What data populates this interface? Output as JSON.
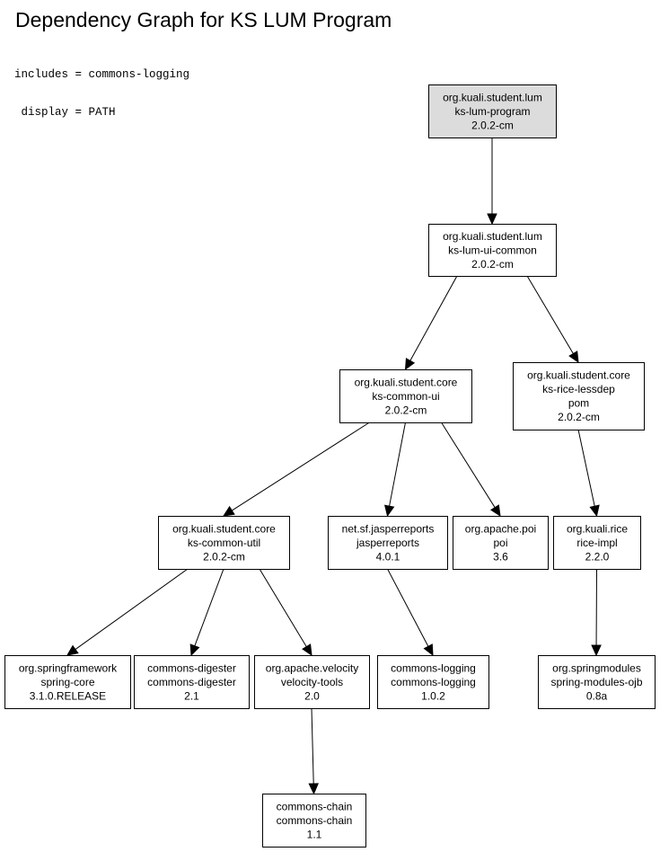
{
  "title": "Dependency Graph for KS LUM Program",
  "params": {
    "includes_line": "includes = commons-logging",
    "display_line": " display = PATH"
  },
  "nodes": [
    {
      "id": "ks-lum-program",
      "root": true,
      "lines": [
        "org.kuali.student.lum",
        "ks-lum-program",
        "2.0.2-cm"
      ]
    },
    {
      "id": "ks-lum-ui-common",
      "root": false,
      "lines": [
        "org.kuali.student.lum",
        "ks-lum-ui-common",
        "2.0.2-cm"
      ]
    },
    {
      "id": "ks-common-ui",
      "root": false,
      "lines": [
        "org.kuali.student.core",
        "ks-common-ui",
        "2.0.2-cm"
      ]
    },
    {
      "id": "ks-rice-lessdep",
      "root": false,
      "lines": [
        "org.kuali.student.core",
        "ks-rice-lessdep",
        "pom",
        "2.0.2-cm"
      ]
    },
    {
      "id": "ks-common-util",
      "root": false,
      "lines": [
        "org.kuali.student.core",
        "ks-common-util",
        "2.0.2-cm"
      ]
    },
    {
      "id": "jasperreports",
      "root": false,
      "lines": [
        "net.sf.jasperreports",
        "jasperreports",
        "4.0.1"
      ]
    },
    {
      "id": "poi",
      "root": false,
      "lines": [
        "org.apache.poi",
        "poi",
        "3.6"
      ]
    },
    {
      "id": "rice-impl",
      "root": false,
      "lines": [
        "org.kuali.rice",
        "rice-impl",
        "2.2.0"
      ]
    },
    {
      "id": "spring-core",
      "root": false,
      "lines": [
        "org.springframework",
        "spring-core",
        "3.1.0.RELEASE"
      ]
    },
    {
      "id": "commons-digester",
      "root": false,
      "lines": [
        "commons-digester",
        "commons-digester",
        "2.1"
      ]
    },
    {
      "id": "velocity-tools",
      "root": false,
      "lines": [
        "org.apache.velocity",
        "velocity-tools",
        "2.0"
      ]
    },
    {
      "id": "commons-logging",
      "root": false,
      "lines": [
        "commons-logging",
        "commons-logging",
        "1.0.2"
      ]
    },
    {
      "id": "spring-modules-ojb",
      "root": false,
      "lines": [
        "org.springmodules",
        "spring-modules-ojb",
        "0.8a"
      ]
    },
    {
      "id": "commons-chain",
      "root": false,
      "lines": [
        "commons-chain",
        "commons-chain",
        "1.1"
      ]
    }
  ],
  "edges": [
    {
      "from": "ks-lum-program",
      "to": "ks-lum-ui-common"
    },
    {
      "from": "ks-lum-ui-common",
      "to": "ks-common-ui"
    },
    {
      "from": "ks-lum-ui-common",
      "to": "ks-rice-lessdep"
    },
    {
      "from": "ks-common-ui",
      "to": "ks-common-util"
    },
    {
      "from": "ks-common-ui",
      "to": "jasperreports"
    },
    {
      "from": "ks-common-ui",
      "to": "poi"
    },
    {
      "from": "ks-rice-lessdep",
      "to": "rice-impl"
    },
    {
      "from": "ks-common-util",
      "to": "spring-core"
    },
    {
      "from": "ks-common-util",
      "to": "commons-digester"
    },
    {
      "from": "ks-common-util",
      "to": "velocity-tools"
    },
    {
      "from": "jasperreports",
      "to": "commons-logging"
    },
    {
      "from": "rice-impl",
      "to": "spring-modules-ojb"
    },
    {
      "from": "velocity-tools",
      "to": "commons-chain"
    }
  ]
}
